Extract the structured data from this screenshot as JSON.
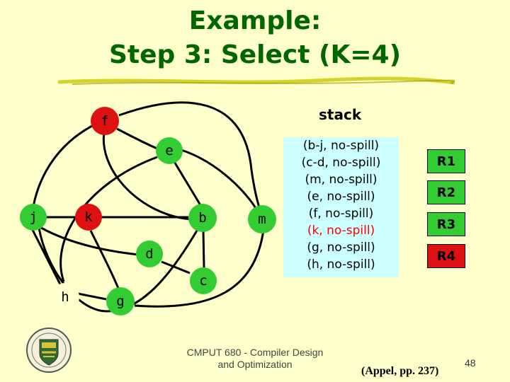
{
  "title": {
    "line1": "Example:",
    "line2": "Step 3: Select (K=4)"
  },
  "graph": {
    "nodes": {
      "f": {
        "label": "f",
        "color": "#DD1111"
      },
      "e": {
        "label": "e",
        "color": "#33CC33"
      },
      "j": {
        "label": "j",
        "color": "#33CC33"
      },
      "k": {
        "label": "k",
        "color": "#DD1111"
      },
      "b": {
        "label": "b",
        "color": "#33CC33"
      },
      "m": {
        "label": "m",
        "color": "#33CC33"
      },
      "d": {
        "label": "d",
        "color": "#33CC33"
      },
      "c": {
        "label": "c",
        "color": "#33CC33"
      },
      "h": {
        "label": "h",
        "color": "#FFFFCC"
      },
      "g": {
        "label": "g",
        "color": "#33CC33"
      }
    }
  },
  "stack": {
    "label": "stack",
    "items": [
      {
        "text": "(b-j, no-spill)",
        "highlight": false
      },
      {
        "text": "(c-d, no-spill)",
        "highlight": false
      },
      {
        "text": "(m, no-spill)",
        "highlight": false
      },
      {
        "text": "(e, no-spill)",
        "highlight": false
      },
      {
        "text": "(f, no-spill)",
        "highlight": false
      },
      {
        "text": "(k, no-spill)",
        "highlight": true
      },
      {
        "text": "(g, no-spill)",
        "highlight": false
      },
      {
        "text": "(h, no-spill)",
        "highlight": false
      }
    ]
  },
  "registers": [
    {
      "label": "R1",
      "color": "#33CC33"
    },
    {
      "label": "R2",
      "color": "#33CC33"
    },
    {
      "label": "R3",
      "color": "#33CC33"
    },
    {
      "label": "R4",
      "color": "#DD1111"
    }
  ],
  "footer": {
    "course_line1": "CMPUT 680 - Compiler Design",
    "course_line2": "and Optimization",
    "citation": "(Appel, pp. 237)",
    "page": "48"
  },
  "colors": {
    "background": "#FFFFCC",
    "title": "#006600",
    "stack_box": "#CCFFFF",
    "highlight_text": "#FF0000"
  }
}
